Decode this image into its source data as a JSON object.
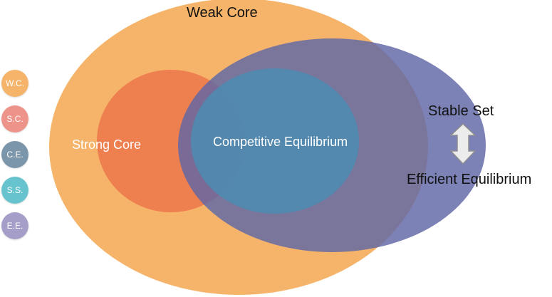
{
  "colors": {
    "weak_core": "#f5b46a",
    "strong_core": "#ee7f4f",
    "competitive_equilibrium": "#4d8bb2",
    "stable_set": "#6f76ac",
    "efficient_equilibrium": "#7d78b0",
    "arrow_fill": "#ececec",
    "arrow_stroke": "#8e8e8e"
  },
  "labels": {
    "weak_core": "Weak Core",
    "strong_core": "Strong Core",
    "competitive_equilibrium": "Competitive Equilibrium",
    "stable_set": "Stable Set",
    "efficient_equilibrium": "Efficient Equilibrium"
  },
  "legend": [
    {
      "label": "W.C.",
      "color": "#f5b46a"
    },
    {
      "label": "S.C.",
      "color": "#ee938a"
    },
    {
      "label": "C.E.",
      "color": "#7b95aa"
    },
    {
      "label": "S.S.",
      "color": "#67c4cf"
    },
    {
      "label": "E.E.",
      "color": "#a59ec9"
    }
  ],
  "icons": {
    "arrow": "double-arrow-icon"
  }
}
